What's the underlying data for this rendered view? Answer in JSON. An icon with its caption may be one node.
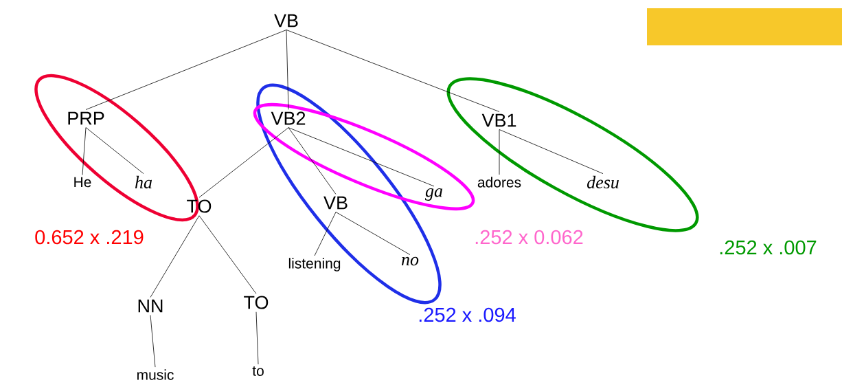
{
  "diagram": {
    "nodes": [
      {
        "text": [
          "VB"
        ]
      },
      {
        "text": [
          "PRP"
        ]
      },
      {
        "text": [
          "VB2"
        ]
      },
      {
        "text": [
          "VB1"
        ]
      },
      {
        "text": [
          "He"
        ]
      },
      {
        "text": [
          "ha"
        ]
      },
      {
        "text": [
          "TO"
        ]
      },
      {
        "text": [
          "ga"
        ]
      },
      {
        "text": [
          "VB"
        ]
      },
      {
        "text": [
          "adores"
        ]
      },
      {
        "text": [
          "desu"
        ]
      },
      {
        "text": [
          "NN"
        ]
      },
      {
        "text": [
          "TO"
        ]
      },
      {
        "text": [
          "listening"
        ]
      },
      {
        "text": [
          "no"
        ]
      },
      {
        "text": [
          "music"
        ]
      },
      {
        "text": [
          "to"
        ]
      }
    ],
    "edges": [
      {
        "from": 0,
        "to": 1,
        "arrow": "none"
      },
      {
        "from": 0,
        "to": 2,
        "arrow": "none"
      },
      {
        "from": 0,
        "to": 3,
        "arrow": "none"
      },
      {
        "from": 1,
        "to": 4,
        "arrow": "none"
      },
      {
        "from": 1,
        "to": 5,
        "arrow": "none"
      },
      {
        "from": 2,
        "to": 6,
        "arrow": "none"
      },
      {
        "from": 2,
        "to": 8,
        "arrow": "none"
      },
      {
        "from": 2,
        "to": 7,
        "arrow": "none"
      },
      {
        "from": 3,
        "to": 9,
        "arrow": "none"
      },
      {
        "from": 3,
        "to": 10,
        "arrow": "none"
      },
      {
        "from": 6,
        "to": 11,
        "arrow": "none"
      },
      {
        "from": 6,
        "to": 12,
        "arrow": "none"
      },
      {
        "from": 8,
        "to": 13,
        "arrow": "none"
      },
      {
        "from": 8,
        "to": 14,
        "arrow": "none"
      },
      {
        "from": 11,
        "to": 15,
        "arrow": "none"
      },
      {
        "from": 12,
        "to": 16,
        "arrow": "none"
      }
    ],
    "labels": [
      "0.652 x .219",
      ".252 x 0.062",
      ".252 x .094",
      ".252 x .007"
    ]
  }
}
